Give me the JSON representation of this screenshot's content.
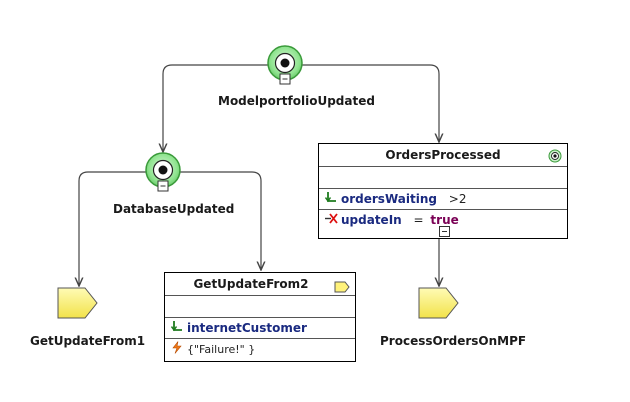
{
  "nodes": {
    "modelportfolio": {
      "label": "ModelportfolioUpdated"
    },
    "database": {
      "label": "DatabaseUpdated"
    },
    "orders_processed": {
      "title": "OrdersProcessed",
      "rows": [
        {
          "name": "ordersWaiting",
          "value": ">2"
        },
        {
          "name": "updateIn",
          "op": "=",
          "value": "true"
        }
      ]
    },
    "getupdate_from2": {
      "title": "GetUpdateFrom2",
      "rows": [
        {
          "name": "internetCustomer"
        },
        {
          "text": "{\"Failure!\" }"
        }
      ]
    },
    "getupdate_from1": {
      "label": "GetUpdateFrom1"
    },
    "process_orders": {
      "label": "ProcessOrdersOnMPF"
    }
  },
  "colors": {
    "event_fill": "#8ee38e",
    "event_border": "#3a9a3a",
    "signal_fill": "#fff27a",
    "signal_border": "#555555",
    "line": "#444444"
  }
}
